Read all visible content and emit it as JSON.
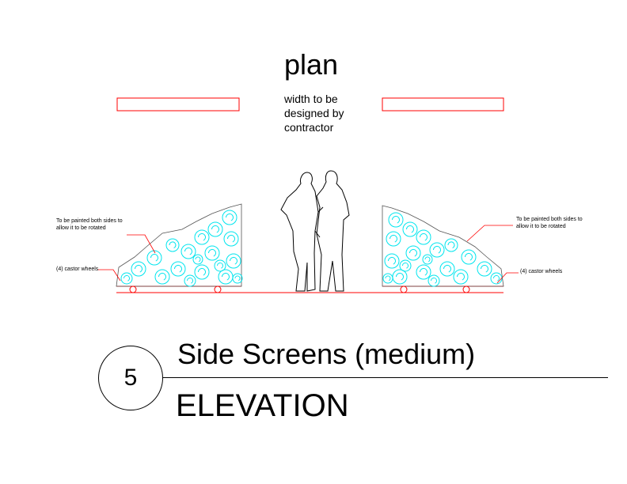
{
  "plan": {
    "title": "plan",
    "note": "width to be designed by contractor"
  },
  "annotations": {
    "paint_note_left": "To be painted both sides to allow it to be rotated",
    "paint_note_right": "To be painted both sides to allow it to be rotated",
    "castor_left": "(4) castor wheels",
    "castor_right": "(4) castor wheels"
  },
  "title_block": {
    "number": "5",
    "title": "Side Screens (medium)",
    "subtitle": "ELEVATION"
  },
  "colors": {
    "plan_outline": "#ff0000",
    "screen_pattern": "#00e5ee",
    "ground_line": "#ff0000",
    "leader": "#ff0000"
  }
}
